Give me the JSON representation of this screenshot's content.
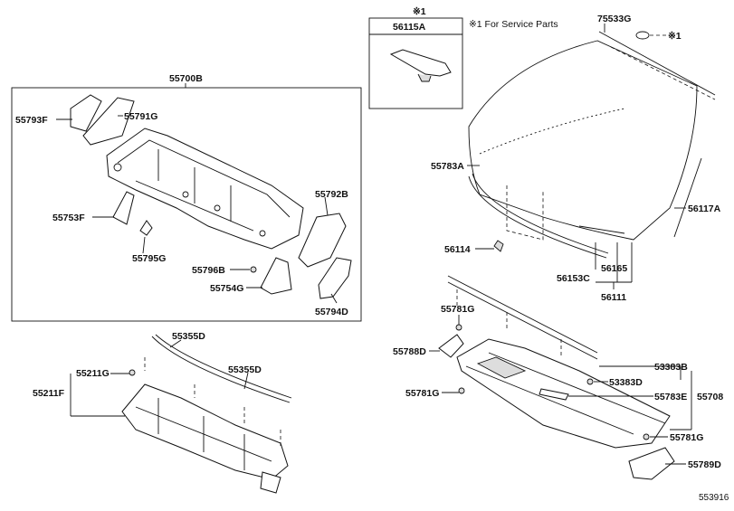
{
  "labels": {
    "55700B": "55700B",
    "55793F": "55793F",
    "55791G": "55791G",
    "55753F": "55753F",
    "55795G": "55795G",
    "55792B": "55792B",
    "55796B": "55796B",
    "55754G": "55754G",
    "55794D": "55794D",
    "note_mark": "※1",
    "56115A": "56115A",
    "service_note": "※1 For Service Parts",
    "75533G": "75533G",
    "note_mark_2": "※1",
    "55783A": "55783A",
    "56117A": "56117A",
    "56114": "56114",
    "56153C": "56153C",
    "56165": "56165",
    "56111": "56111",
    "55781G_a": "55781G",
    "55788D": "55788D",
    "53383B": "53383B",
    "53383D": "53383D",
    "55781G_b": "55781G",
    "55783E": "55783E",
    "55708": "55708",
    "55781G_c": "55781G",
    "55789D": "55789D",
    "55355D_a": "55355D",
    "55355D_b": "55355D",
    "55211G": "55211G",
    "55211F": "55211F",
    "diagram_id": "553916"
  }
}
